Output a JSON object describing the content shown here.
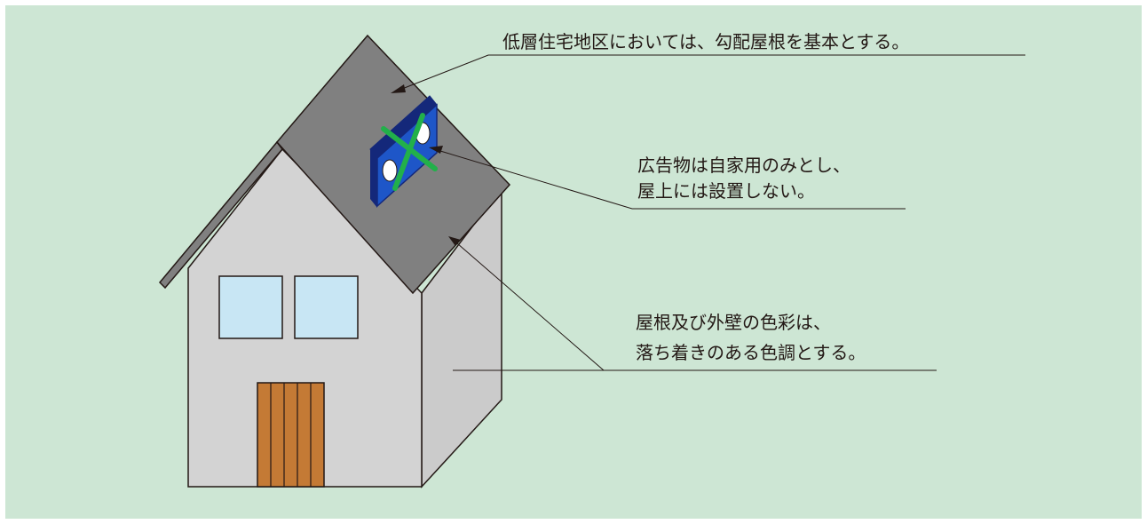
{
  "annotations": {
    "roof_rule": "低層住宅地区においては、勾配屋根を基本とする。",
    "signage_rule": {
      "line1": "広告物は自家用のみとし、",
      "line2": "屋上には設置しない。"
    },
    "color_rule": {
      "line1": "屋根及び外壁の色彩は、",
      "line2": "落ち着きのある色調とする。"
    }
  },
  "colors": {
    "background": "#cde6d4",
    "roof": "#808080",
    "wall_front": "#d3d3d3",
    "wall_side": "#cbcbcb",
    "window": "#c8e6f4",
    "door": "#c47a35",
    "signboard": "#1e56c8",
    "cross_mark": "#22b04a",
    "leader_line": "#231815"
  },
  "icons": {
    "prohibited_mark": "cross-mark-icon"
  }
}
